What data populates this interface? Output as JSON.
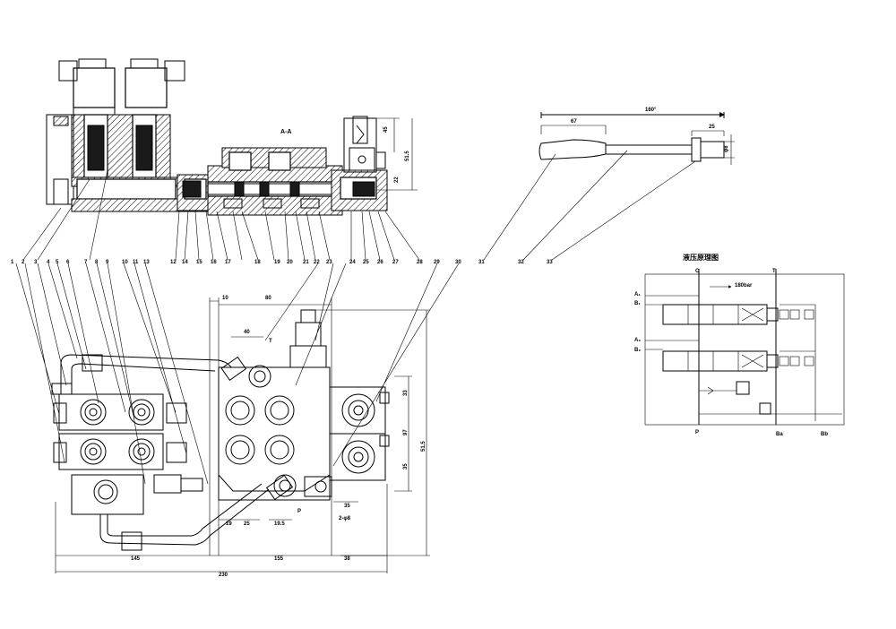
{
  "section_label": "A-A",
  "schematic_title": "液压原理图",
  "part_numbers_top": [
    "12",
    "14",
    "15",
    "16",
    "17",
    "18",
    "19",
    "20",
    "21",
    "22",
    "23",
    "24",
    "25",
    "26",
    "27",
    "28",
    "31",
    "32",
    "33"
  ],
  "part_numbers_left": [
    "1",
    "2",
    "3",
    "4",
    "5",
    "6",
    "7",
    "8",
    "9",
    "10",
    "11",
    "12",
    "13"
  ],
  "part_numbers_mid": [
    "19",
    "20",
    "23",
    "29",
    "30"
  ],
  "dimensions": {
    "w10": "10",
    "w80": "80",
    "w40": "40",
    "left145": "145",
    "mid155": "155",
    "right38": "38",
    "total": "230",
    "h515": "51.5",
    "h97": "97",
    "h33": "33",
    "h35": "35",
    "h19": "19",
    "h25": "25",
    "h195": "19.5",
    "port_m8": "2-φ8",
    "lever_len": "160°",
    "grip_len": "67",
    "tip_len": "25",
    "tip_dia": "φ8",
    "side_h1": "45",
    "side_h2": "51.5",
    "side_h3": "22"
  },
  "port_labels": {
    "T_top": "T",
    "P_bottom": "P",
    "sch_C": "C",
    "sch_T": "T",
    "sch_P": "P",
    "sch_A1": "A₁",
    "sch_B1": "B₁",
    "sch_A2": "A₂",
    "sch_B2": "B₂",
    "sch_bar": "180bar",
    "sch_Ba": "Ba",
    "sch_Bb": "Bb"
  }
}
